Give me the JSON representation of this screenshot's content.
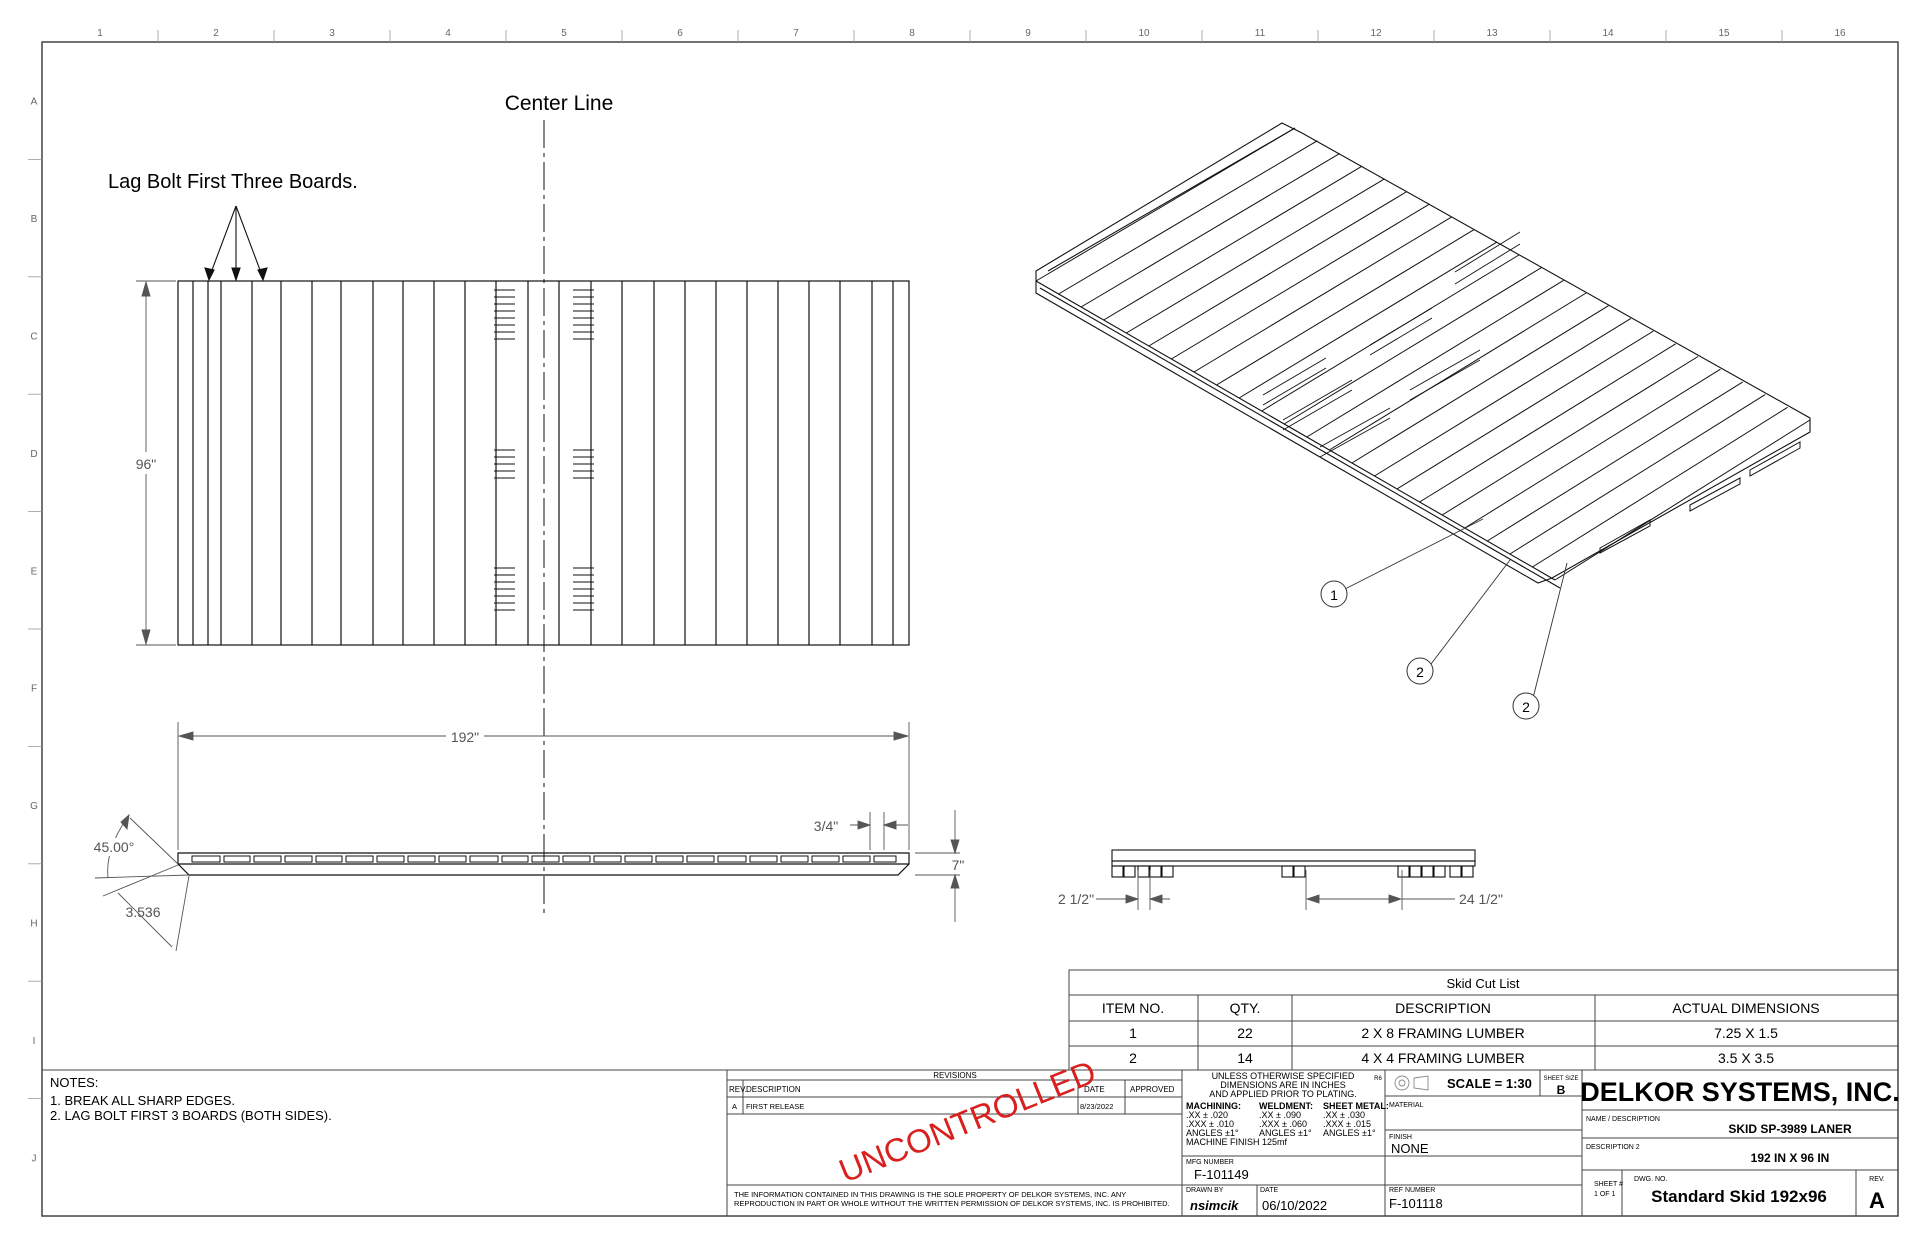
{
  "border": {
    "columns": [
      "1",
      "2",
      "3",
      "4",
      "5",
      "6",
      "7",
      "8",
      "9",
      "10",
      "11",
      "12",
      "13",
      "14",
      "15",
      "16"
    ],
    "rows": [
      "A",
      "B",
      "C",
      "D",
      "E",
      "F",
      "G",
      "H",
      "I",
      "J"
    ]
  },
  "front_view": {
    "center_line_label": "Center Line",
    "lag_bolt_label": "Lag Bolt First Three Boards.",
    "dim_height": "96\"",
    "dim_length": "192\"",
    "dim_board": "3/4\"",
    "dim_side_height": "7\"",
    "dim_angle": "45.00°",
    "dim_chamfer": "3.536"
  },
  "side_view": {
    "dim_left": "2 1/2\"",
    "dim_right": "24 1/2\""
  },
  "balloons": [
    "1",
    "2",
    "2"
  ],
  "cut_list": {
    "title": "Skid Cut List",
    "headers": [
      "ITEM NO.",
      "QTY.",
      "DESCRIPTION",
      "ACTUAL DIMENSIONS"
    ],
    "rows": [
      [
        "1",
        "22",
        "2 X 8 FRAMING LUMBER",
        "7.25 X 1.5"
      ],
      [
        "2",
        "14",
        "4 X 4 FRAMING LUMBER",
        "3.5 X 3.5"
      ]
    ]
  },
  "notes": {
    "title": "NOTES:",
    "lines": [
      "1. BREAK ALL SHARP EDGES.",
      "2. LAG BOLT FIRST 3 BOARDS (BOTH SIDES)."
    ]
  },
  "revisions": {
    "title": "REVISIONS",
    "headers": [
      "REV.",
      "DESCRIPTION",
      "DATE",
      "APPROVED"
    ],
    "row": [
      "A",
      "FIRST RELEASE",
      "8/23/2022",
      ""
    ],
    "stamp": "UNCONTROLLED",
    "stamp_color": "#d9201f",
    "disclaimer_1": "THE INFORMATION CONTAINED IN THIS DRAWING IS THE SOLE PROPERTY OF DELKOR SYSTEMS, INC. ANY",
    "disclaimer_2": "REPRODUCTION IN PART OR WHOLE WITHOUT THE WRITTEN PERMISSION OF DELKOR SYSTEMS, INC. IS PROHIBITED."
  },
  "tolerances": {
    "header_1": "UNLESS OTHERWISE SPECIFIED",
    "header_2": "DIMENSIONS ARE IN INCHES",
    "header_3": "AND APPLIED PRIOR TO PLATING.",
    "r6": "R6",
    "machining": [
      "MACHINING:",
      ".XX ± .020",
      ".XXX ± .010",
      "ANGLES ±1°",
      "MACHINE FINISH 125mf"
    ],
    "weldment": [
      "WELDMENT:",
      ".XX ± .090",
      ".XXX ± .060",
      "ANGLES ±1°"
    ],
    "sheet_metal": [
      "SHEET METAL:",
      ".XX ± .030",
      ".XXX ± .015",
      "ANGLES ±1°"
    ]
  },
  "title_block": {
    "scale": "SCALE = 1:30",
    "sheet_size_label": "SHEET SIZE",
    "sheet_size": "B",
    "company": "DELKOR SYSTEMS, INC.",
    "material_label": "MATERIAL",
    "finish_label": "FINISH",
    "finish": "NONE",
    "mfg_label": "MFG NUMBER",
    "mfg": "F-101149",
    "drawn_by_label": "DRAWN BY",
    "drawn_by": "nsimcik",
    "date_label": "DATE",
    "date": "06/10/2022",
    "ref_label": "REF NUMBER",
    "ref": "F-101118",
    "name_label": "NAME / DESCRIPTION",
    "name": "SKID SP-3989 LANER",
    "desc2_label": "DESCRIPTION 2",
    "desc2": "192 IN X 96 IN",
    "sheet_label": "SHEET #",
    "sheet_of": "1 OF 1",
    "dwg_label": "DWG. NO.",
    "dwg": "Standard Skid 192x96",
    "rev_label": "REV.",
    "rev": "A"
  }
}
